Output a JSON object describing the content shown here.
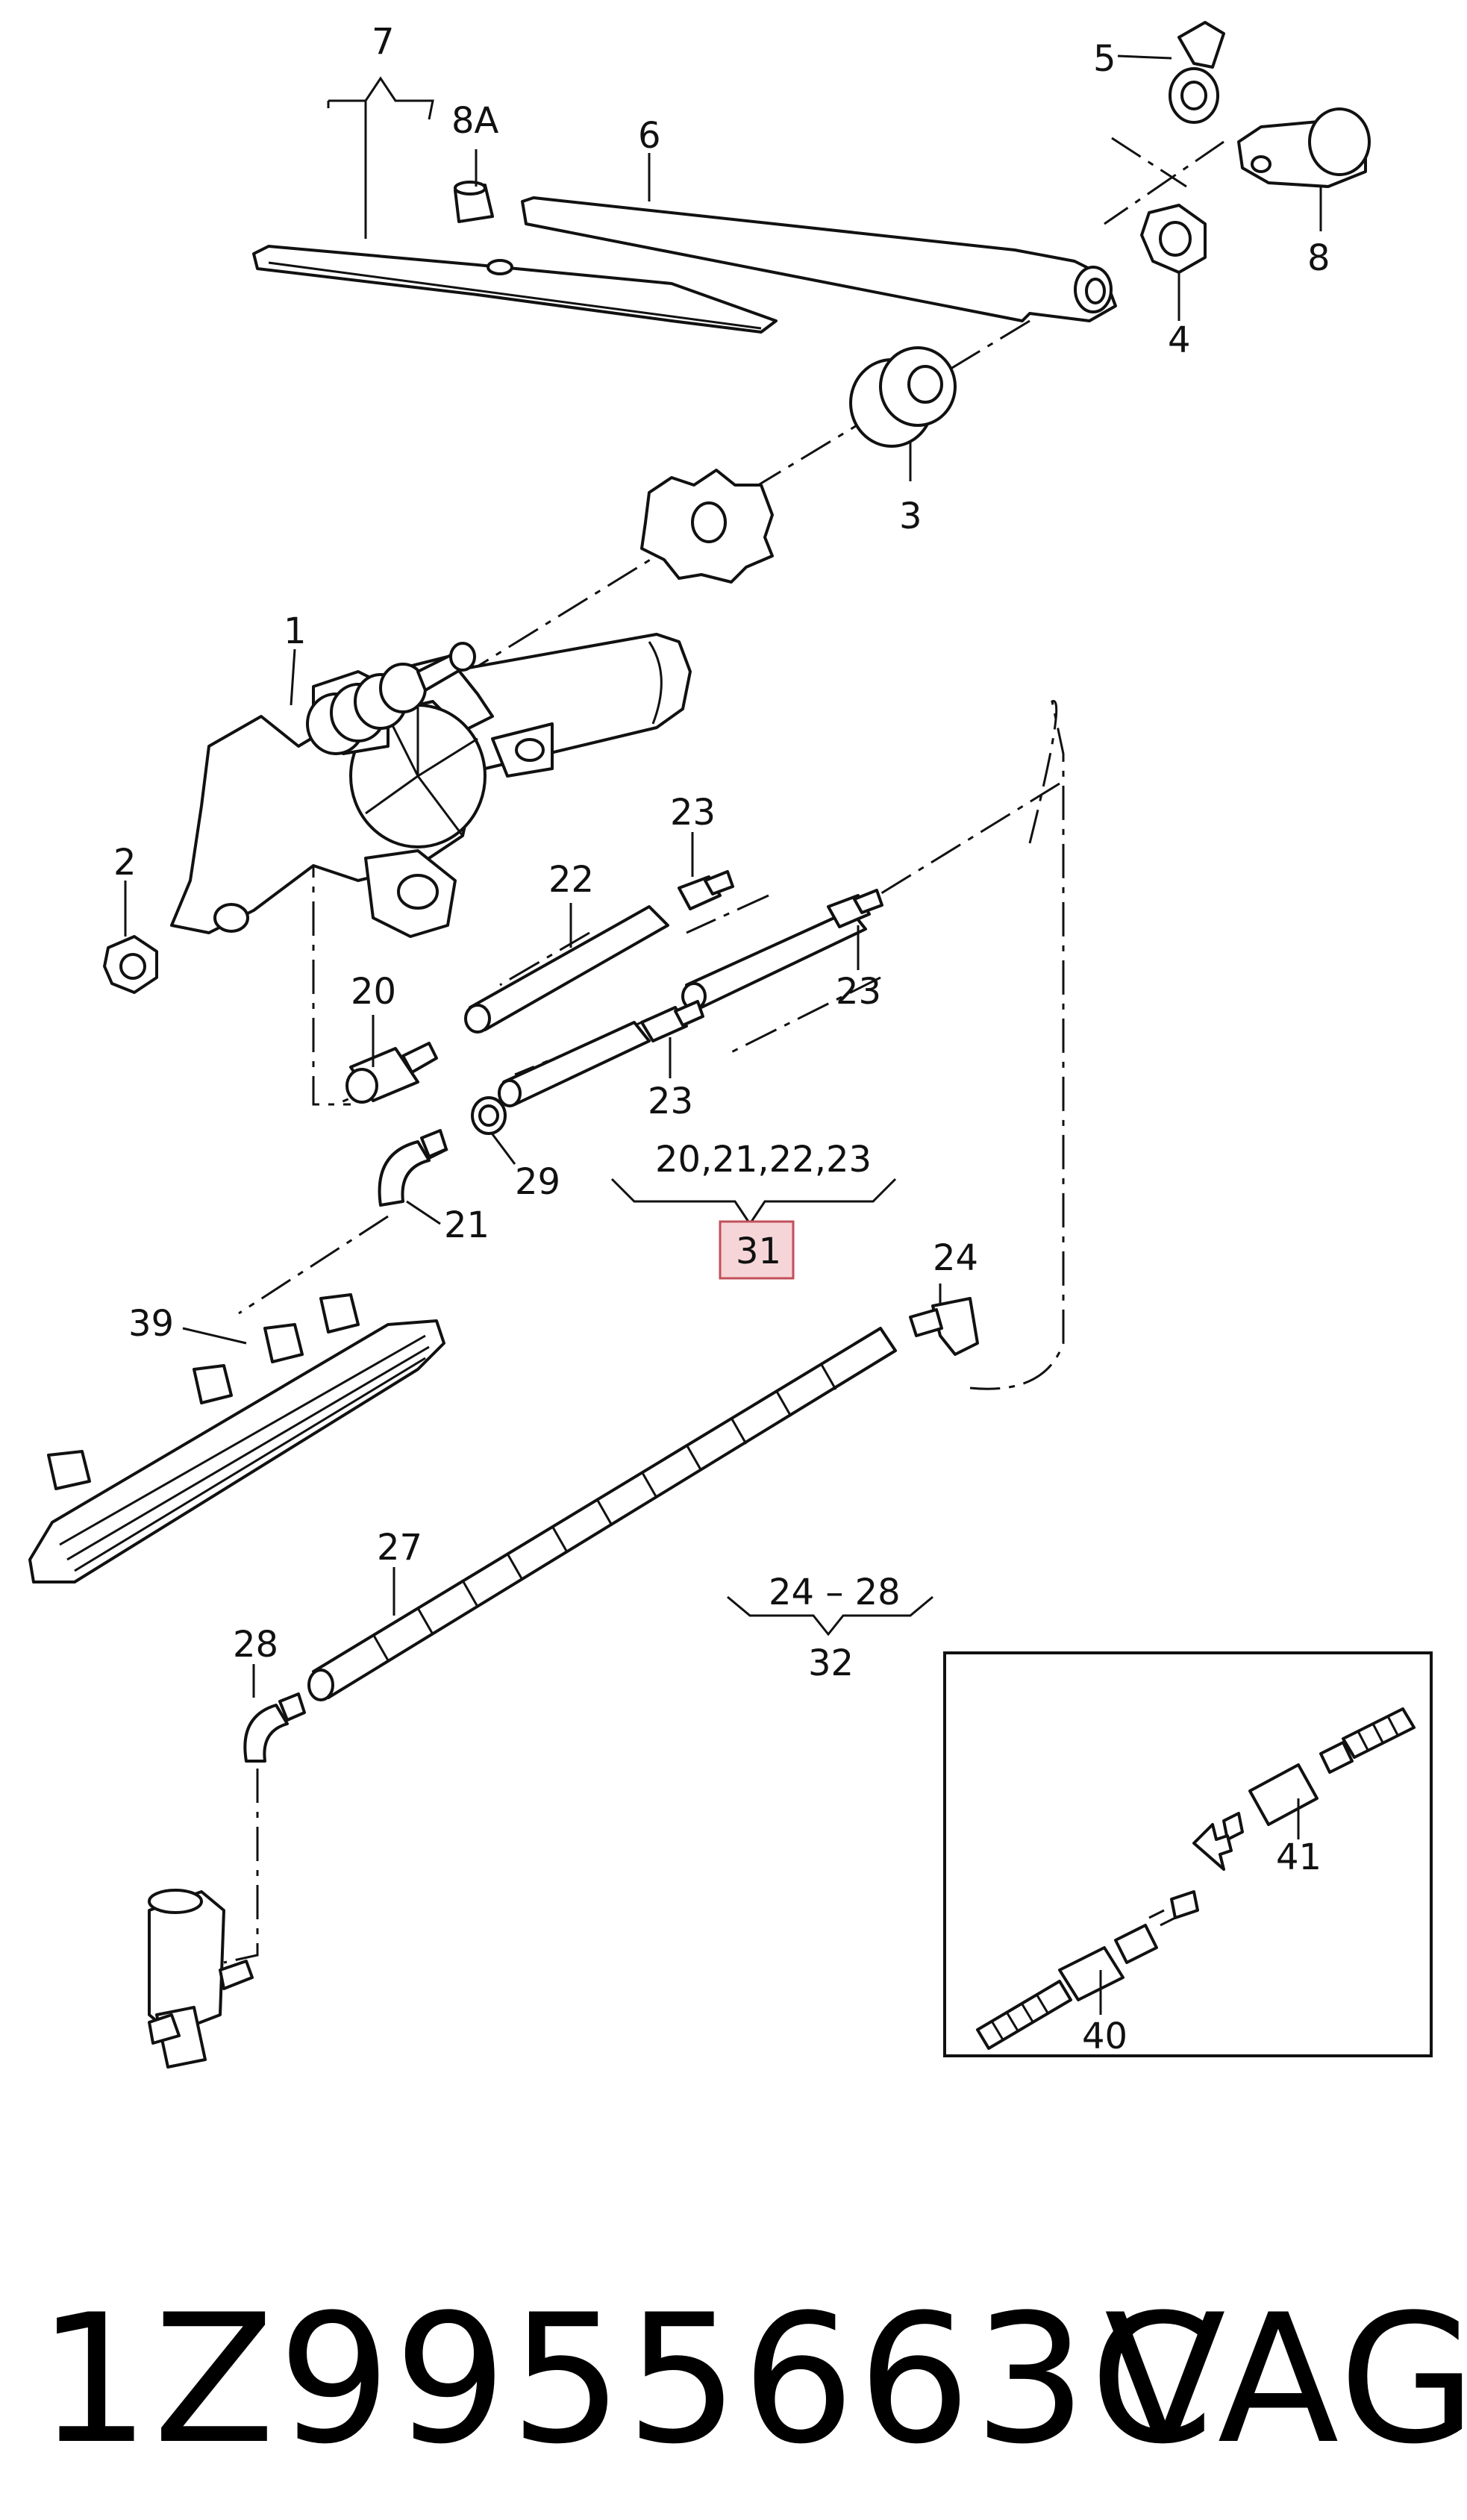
{
  "labels": {
    "l1": "1",
    "l2": "2",
    "l3": "3",
    "l4": "4",
    "l5": "5",
    "l6": "6",
    "l7": "7",
    "l8": "8",
    "l8a": "8A",
    "l20": "20",
    "l21": "21",
    "l22": "22",
    "l23a": "23",
    "l23b": "23",
    "l23c": "23",
    "l24": "24",
    "l27": "27",
    "l28": "28",
    "l29": "29",
    "l39": "39",
    "l40": "40",
    "l41": "41",
    "group31_items": "20,21,22,23",
    "group31_ref": "31",
    "group32_items": "24 – 28",
    "group32_ref": "32"
  },
  "footer": {
    "part_number": "1Z9955663C",
    "brand": "VAG"
  }
}
